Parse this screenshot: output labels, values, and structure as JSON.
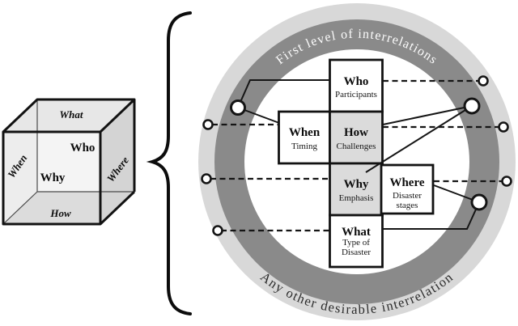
{
  "cube": {
    "top_label": "What",
    "front_upper_label": "Who",
    "front_lower_label": "Why",
    "left_label": "When",
    "right_label": "Where",
    "bottom_label": "How"
  },
  "ring": {
    "top_label": "First level of interrelations",
    "bottom_label": "Any other desirable interrelation",
    "outer_ring_color": "#d8d8d8",
    "band_color": "#8a8a8a",
    "inner_color": "#ffffff"
  },
  "boxes": {
    "who": {
      "title": "Who",
      "subtitle": "Participants",
      "fill": "#ffffff"
    },
    "when": {
      "title": "When",
      "subtitle": "Timing",
      "fill": "#ffffff"
    },
    "how": {
      "title": "How",
      "subtitle": "Challenges",
      "fill": "#dbdbdb"
    },
    "why": {
      "title": "Why",
      "subtitle": "Emphasis",
      "fill": "#dbdbdb"
    },
    "where": {
      "title": "Where",
      "subtitle_line1": "Disaster",
      "subtitle_line2": "stages",
      "fill": "#ffffff"
    },
    "what": {
      "title": "What",
      "subtitle_line1": "Type of",
      "subtitle_line2": "Disaster",
      "fill": "#ffffff"
    }
  }
}
